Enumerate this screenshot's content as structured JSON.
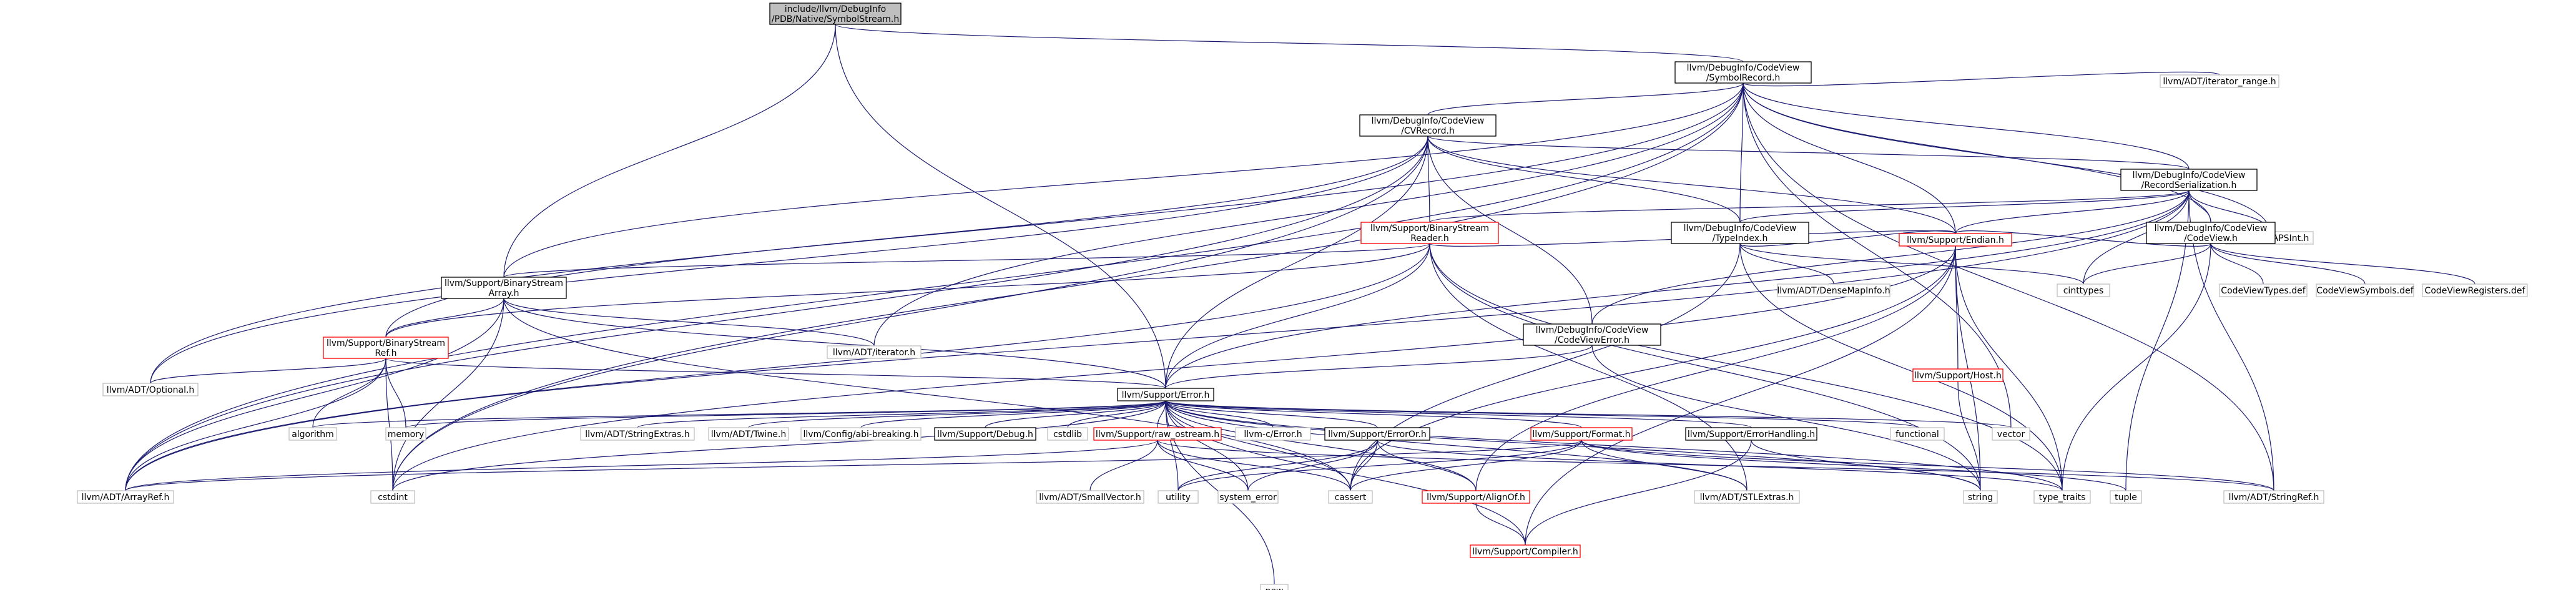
{
  "colors": {
    "root_fill": "#bfbfbf",
    "documented_border": "#000000",
    "truncated_border": "#ff0000",
    "external_border": "#bfbfbf",
    "edge": "#191970"
  },
  "nodes": [
    {
      "id": "root",
      "style": "root",
      "lines": [
        "include/llvm/DebugInfo",
        "/PDB/Native/SymbolStream.h"
      ]
    },
    {
      "id": "symrec",
      "style": "doc",
      "lines": [
        "llvm/DebugInfo/CodeView",
        "/SymbolRecord.h"
      ]
    },
    {
      "id": "cvrec",
      "style": "doc",
      "lines": [
        "llvm/DebugInfo/CodeView",
        "/CVRecord.h"
      ]
    },
    {
      "id": "recser",
      "style": "doc",
      "lines": [
        "llvm/DebugInfo/CodeView",
        "/RecordSerialization.h"
      ]
    },
    {
      "id": "iterrange",
      "style": "ext",
      "lines": [
        "llvm/ADT/iterator_range.h"
      ]
    },
    {
      "id": "apsint",
      "style": "ext",
      "lines": [
        "llvm/ADT/APSInt.h"
      ]
    },
    {
      "id": "bsreader",
      "style": "red",
      "lines": [
        "llvm/Support/BinaryStream",
        "Reader.h"
      ]
    },
    {
      "id": "typeindex",
      "style": "doc",
      "lines": [
        "llvm/DebugInfo/CodeView",
        "/TypeIndex.h"
      ]
    },
    {
      "id": "codeview",
      "style": "doc",
      "lines": [
        "llvm/DebugInfo/CodeView",
        "/CodeView.h"
      ]
    },
    {
      "id": "bsarray",
      "style": "doc",
      "lines": [
        "llvm/Support/BinaryStream",
        "Array.h"
      ]
    },
    {
      "id": "endian",
      "style": "red",
      "lines": [
        "llvm/Support/Endian.h"
      ]
    },
    {
      "id": "cinttypes",
      "style": "ext",
      "lines": [
        "cinttypes"
      ]
    },
    {
      "id": "densemapinfo",
      "style": "ext",
      "lines": [
        "llvm/ADT/DenseMapInfo.h"
      ]
    },
    {
      "id": "cvtypes",
      "style": "ext",
      "lines": [
        "CodeViewTypes.def"
      ]
    },
    {
      "id": "cvsymbols",
      "style": "ext",
      "lines": [
        "CodeViewSymbols.def"
      ]
    },
    {
      "id": "cvregisters",
      "style": "ext",
      "lines": [
        "CodeViewRegisters.def"
      ]
    },
    {
      "id": "bsref",
      "style": "red",
      "lines": [
        "llvm/Support/BinaryStream",
        "Ref.h"
      ]
    },
    {
      "id": "iterator",
      "style": "ext",
      "lines": [
        "llvm/ADT/iterator.h"
      ]
    },
    {
      "id": "cverror",
      "style": "doc",
      "lines": [
        "llvm/DebugInfo/CodeView",
        "/CodeViewError.h"
      ]
    },
    {
      "id": "host",
      "style": "red",
      "lines": [
        "llvm/Support/Host.h"
      ]
    },
    {
      "id": "optional",
      "style": "ext",
      "lines": [
        "llvm/ADT/Optional.h"
      ]
    },
    {
      "id": "error",
      "style": "doc",
      "lines": [
        "llvm/Support/Error.h"
      ]
    },
    {
      "id": "algorithm",
      "style": "ext",
      "lines": [
        "algorithm"
      ]
    },
    {
      "id": "memory",
      "style": "ext",
      "lines": [
        "memory"
      ]
    },
    {
      "id": "strextras",
      "style": "ext",
      "lines": [
        "llvm/ADT/StringExtras.h"
      ]
    },
    {
      "id": "twine",
      "style": "ext",
      "lines": [
        "llvm/ADT/Twine.h"
      ]
    },
    {
      "id": "abibreaking",
      "style": "ext",
      "lines": [
        "llvm/Config/abi-breaking.h"
      ]
    },
    {
      "id": "debug",
      "style": "doc",
      "lines": [
        "llvm/Support/Debug.h"
      ]
    },
    {
      "id": "cstdlib",
      "style": "ext",
      "lines": [
        "cstdlib"
      ]
    },
    {
      "id": "rawostream",
      "style": "red",
      "lines": [
        "llvm/Support/raw_ostream.h"
      ]
    },
    {
      "id": "cerror",
      "style": "ext",
      "lines": [
        "llvm-c/Error.h"
      ]
    },
    {
      "id": "erroror",
      "style": "doc",
      "lines": [
        "llvm/Support/ErrorOr.h"
      ]
    },
    {
      "id": "format",
      "style": "red",
      "lines": [
        "llvm/Support/Format.h"
      ]
    },
    {
      "id": "errhandling",
      "style": "doc",
      "lines": [
        "llvm/Support/ErrorHandling.h"
      ]
    },
    {
      "id": "functional",
      "style": "ext",
      "lines": [
        "functional"
      ]
    },
    {
      "id": "vector",
      "style": "ext",
      "lines": [
        "vector"
      ]
    },
    {
      "id": "arrayref",
      "style": "ext",
      "lines": [
        "llvm/ADT/ArrayRef.h"
      ]
    },
    {
      "id": "cstdint",
      "style": "ext",
      "lines": [
        "cstdint"
      ]
    },
    {
      "id": "smallvector",
      "style": "ext",
      "lines": [
        "llvm/ADT/SmallVector.h"
      ]
    },
    {
      "id": "utility",
      "style": "ext",
      "lines": [
        "utility"
      ]
    },
    {
      "id": "systemerror",
      "style": "ext",
      "lines": [
        "system_error"
      ]
    },
    {
      "id": "cassert",
      "style": "ext",
      "lines": [
        "cassert"
      ]
    },
    {
      "id": "alignof",
      "style": "red",
      "lines": [
        "llvm/Support/AlignOf.h"
      ]
    },
    {
      "id": "stlextras",
      "style": "ext",
      "lines": [
        "llvm/ADT/STLExtras.h"
      ]
    },
    {
      "id": "string",
      "style": "ext",
      "lines": [
        "string"
      ]
    },
    {
      "id": "typetraits",
      "style": "ext",
      "lines": [
        "type_traits"
      ]
    },
    {
      "id": "tuple",
      "style": "ext",
      "lines": [
        "tuple"
      ]
    },
    {
      "id": "stringref",
      "style": "ext",
      "lines": [
        "llvm/ADT/StringRef.h"
      ]
    },
    {
      "id": "compiler",
      "style": "red",
      "lines": [
        "llvm/Support/Compiler.h"
      ]
    },
    {
      "id": "new",
      "style": "ext",
      "lines": [
        "new"
      ]
    }
  ],
  "edges": [
    [
      "root",
      "symrec"
    ],
    [
      "root",
      "bsarray"
    ],
    [
      "root",
      "error"
    ],
    [
      "symrec",
      "cvrec"
    ],
    [
      "symrec",
      "recser"
    ],
    [
      "symrec",
      "iterrange"
    ],
    [
      "symrec",
      "apsint"
    ],
    [
      "symrec",
      "typeindex"
    ],
    [
      "symrec",
      "codeview"
    ],
    [
      "symrec",
      "bsarray"
    ],
    [
      "symrec",
      "endian"
    ],
    [
      "symrec",
      "iterator"
    ],
    [
      "symrec",
      "optional"
    ],
    [
      "symrec",
      "arrayref"
    ],
    [
      "symrec",
      "cstdint"
    ],
    [
      "symrec",
      "vector"
    ],
    [
      "symrec",
      "stringref"
    ],
    [
      "cvrec",
      "recser"
    ],
    [
      "cvrec",
      "bsreader"
    ],
    [
      "cvrec",
      "typeindex"
    ],
    [
      "cvrec",
      "endian"
    ],
    [
      "cvrec",
      "bsref"
    ],
    [
      "cvrec",
      "cverror"
    ],
    [
      "cvrec",
      "error"
    ],
    [
      "cvrec",
      "optional"
    ],
    [
      "cvrec",
      "arrayref"
    ],
    [
      "cvrec",
      "cstdint"
    ],
    [
      "recser",
      "apsint"
    ],
    [
      "recser",
      "bsreader"
    ],
    [
      "recser",
      "typeindex"
    ],
    [
      "recser",
      "codeview"
    ],
    [
      "recser",
      "endian"
    ],
    [
      "recser",
      "cinttypes"
    ],
    [
      "recser",
      "cverror"
    ],
    [
      "recser",
      "error"
    ],
    [
      "recser",
      "arrayref"
    ],
    [
      "recser",
      "stringref"
    ],
    [
      "recser",
      "tuple"
    ],
    [
      "bsreader",
      "bsarray"
    ],
    [
      "bsreader",
      "endian"
    ],
    [
      "bsreader",
      "bsref"
    ],
    [
      "bsreader",
      "error"
    ],
    [
      "bsreader",
      "arrayref"
    ],
    [
      "bsreader",
      "stlextras"
    ],
    [
      "bsreader",
      "typetraits"
    ],
    [
      "bsreader",
      "string"
    ],
    [
      "typeindex",
      "endian"
    ],
    [
      "typeindex",
      "densemapinfo"
    ],
    [
      "typeindex",
      "cinttypes"
    ],
    [
      "typeindex",
      "cassert"
    ],
    [
      "typeindex",
      "typetraits"
    ],
    [
      "codeview",
      "endian"
    ],
    [
      "codeview",
      "cinttypes"
    ],
    [
      "codeview",
      "cvtypes"
    ],
    [
      "codeview",
      "cvsymbols"
    ],
    [
      "codeview",
      "cvregisters"
    ],
    [
      "codeview",
      "typetraits"
    ],
    [
      "bsarray",
      "bsref"
    ],
    [
      "bsarray",
      "iterator"
    ],
    [
      "bsarray",
      "error"
    ],
    [
      "bsarray",
      "arrayref"
    ],
    [
      "bsarray",
      "cassert"
    ],
    [
      "bsarray",
      "cstdint"
    ],
    [
      "endian",
      "host"
    ],
    [
      "endian",
      "alignof"
    ],
    [
      "endian",
      "compiler"
    ],
    [
      "endian",
      "cassert"
    ],
    [
      "endian",
      "cstdint"
    ],
    [
      "endian",
      "string"
    ],
    [
      "endian",
      "typetraits"
    ],
    [
      "bsref",
      "optional"
    ],
    [
      "bsref",
      "error"
    ],
    [
      "bsref",
      "algorithm"
    ],
    [
      "bsref",
      "memory"
    ],
    [
      "bsref",
      "arrayref"
    ],
    [
      "bsref",
      "cstdint"
    ],
    [
      "cverror",
      "error"
    ],
    [
      "cverror",
      "string"
    ],
    [
      "host",
      "string"
    ],
    [
      "error",
      "algorithm"
    ],
    [
      "error",
      "memory"
    ],
    [
      "error",
      "strextras"
    ],
    [
      "error",
      "twine"
    ],
    [
      "error",
      "abibreaking"
    ],
    [
      "error",
      "debug"
    ],
    [
      "error",
      "cstdlib"
    ],
    [
      "error",
      "rawostream"
    ],
    [
      "error",
      "cerror"
    ],
    [
      "error",
      "erroror"
    ],
    [
      "error",
      "format"
    ],
    [
      "error",
      "errhandling"
    ],
    [
      "error",
      "functional"
    ],
    [
      "error",
      "vector"
    ],
    [
      "error",
      "cstdint"
    ],
    [
      "error",
      "utility"
    ],
    [
      "error",
      "systemerror"
    ],
    [
      "error",
      "cassert"
    ],
    [
      "error",
      "alignof"
    ],
    [
      "error",
      "stlextras"
    ],
    [
      "error",
      "string"
    ],
    [
      "error",
      "typetraits"
    ],
    [
      "error",
      "compiler"
    ],
    [
      "error",
      "new"
    ],
    [
      "rawostream",
      "arrayref"
    ],
    [
      "rawostream",
      "smallvector"
    ],
    [
      "rawostream",
      "systemerror"
    ],
    [
      "rawostream",
      "cassert"
    ],
    [
      "rawostream",
      "stringref"
    ],
    [
      "erroror",
      "alignof"
    ],
    [
      "erroror",
      "cassert"
    ],
    [
      "erroror",
      "systemerror"
    ],
    [
      "erroror",
      "utility"
    ],
    [
      "erroror",
      "typetraits"
    ],
    [
      "format",
      "arrayref"
    ],
    [
      "format",
      "cassert"
    ],
    [
      "format",
      "stlextras"
    ],
    [
      "format",
      "stringref"
    ],
    [
      "format",
      "tuple"
    ],
    [
      "format",
      "utility"
    ],
    [
      "errhandling",
      "compiler"
    ],
    [
      "errhandling",
      "string"
    ],
    [
      "alignof",
      "compiler"
    ]
  ]
}
